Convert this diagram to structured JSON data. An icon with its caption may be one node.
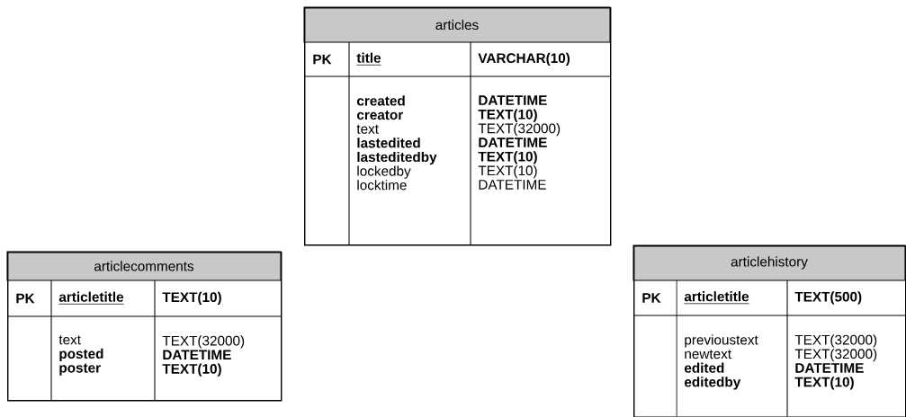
{
  "diagram": {
    "nodes": [
      {
        "text": [
          "articles",
          "PK",
          "title",
          "VARCHAR(10)",
          "**created** **creator** text **lastedited** **lasteditedby** lockedby locktime",
          "**DATETIME** **TEXT(10)** TEXT(32000) **DATETIME** **TEXT(10)** TEXT(10) DATETIME"
        ]
      },
      {
        "text": [
          "articlecomments",
          "PK",
          "articletitle",
          "TEXT(10)",
          "text **posted** **poster**",
          "TEXT(32000) **DATETIME** **TEXT(10)**"
        ]
      },
      {
        "text": [
          "articlehistory",
          "PK",
          "articletitle",
          "TEXT(500)",
          "previoustext newtext **edited** **editedby**",
          "TEXT(32000) TEXT(32000) **DATETIME** **TEXT(10)**"
        ]
      }
    ]
  }
}
